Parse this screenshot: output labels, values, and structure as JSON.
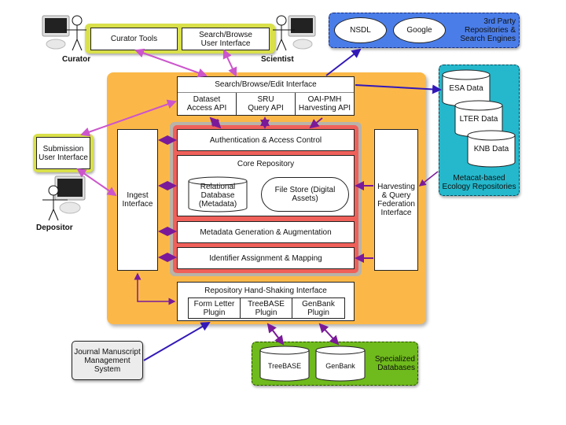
{
  "actors": {
    "curator": "Curator",
    "scientist": "Scientist",
    "depositor": "Depositor"
  },
  "top_ui": {
    "curator_tools": "Curator Tools",
    "search_browse_ui": [
      "Search/Browse",
      "User Interface"
    ]
  },
  "third_party": {
    "label": [
      "3rd Party",
      "Repositories &",
      "Search Engines"
    ],
    "items": [
      "NSDL",
      "Google"
    ]
  },
  "metacat": {
    "label": [
      "Metacat-based",
      "Ecology Repositories"
    ],
    "items": [
      "ESA Data",
      "LTER Data",
      "KNB Data"
    ]
  },
  "submission_ui": [
    "Submission",
    "User Interface"
  ],
  "search_edit": {
    "title": "Search/Browse/Edit Interface",
    "apis": [
      [
        "Dataset",
        "Access API"
      ],
      [
        "SRU",
        "Query API"
      ],
      [
        "OAI-PMH",
        "Harvesting API"
      ]
    ]
  },
  "ingest": [
    "Ingest",
    "Interface"
  ],
  "harvesting": [
    "Harvesting",
    "& Query",
    "Federation",
    "Interface"
  ],
  "core": {
    "auth": "Authentication & Access Control",
    "title": "Core Repository",
    "relational_db": [
      "Relational",
      "Database",
      "(Metadata)"
    ],
    "file_store": [
      "File Store (Digital",
      "Assets)"
    ],
    "metadata_gen": "Metadata Generation & Augmentation",
    "identifier": "Identifier Assignment & Mapping"
  },
  "handshake": {
    "title": "Repository Hand-Shaking Interface",
    "plugins": [
      [
        "Form Letter",
        "Plugin"
      ],
      [
        "TreeBASE",
        "Plugin"
      ],
      [
        "GenBank",
        "Plugin"
      ]
    ]
  },
  "journal": [
    "Journal Manuscript",
    "Management",
    "System"
  ],
  "specialized": {
    "label": [
      "Specialized",
      "Databases"
    ],
    "items": [
      "TreeBASE",
      "GenBank"
    ]
  },
  "colors": {
    "orange": "#fbb848",
    "red": "#f0605a",
    "yellow": "#d9e04a",
    "blue": "#4a7de8",
    "teal": "#25b8cc",
    "green": "#6fba1c",
    "magenta_arrow": "#cc55cc",
    "purple_arrow": "#7a1a99",
    "blue_arrow": "#3318b8"
  }
}
